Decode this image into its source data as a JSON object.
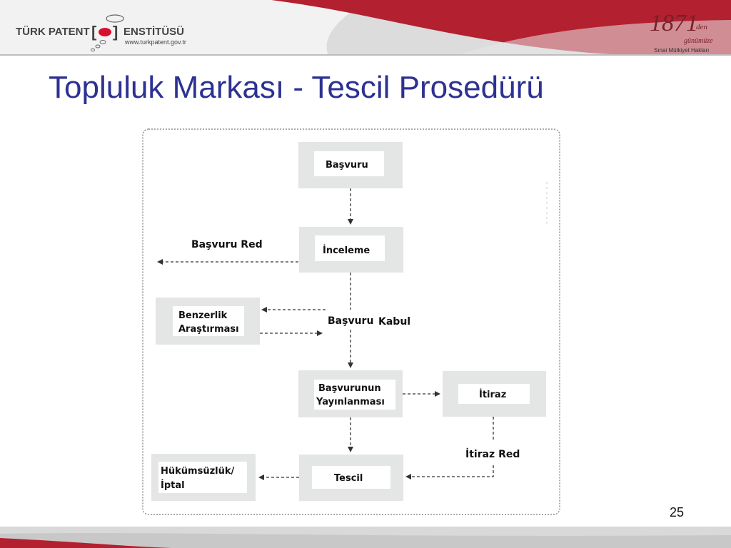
{
  "header": {
    "logo_left_text": "TÜRK PATENT",
    "logo_right_text": "ENSTİTÜSÜ",
    "logo_url": "www.turkpatent.gov.tr",
    "badge_year": "1871",
    "badge_suffix": "den",
    "badge_sub": "günümüze",
    "badge_caption": "Sınai Mülkiyet Hakları"
  },
  "slide": {
    "title": "Topluluk Markası - Tescil Prosedürü",
    "page_number": "25"
  },
  "diagram": {
    "nodes": {
      "basvuru": "Başvuru",
      "inceleme": "İnceleme",
      "benzerlik_1": "Benzerlik",
      "benzerlik_2": "Araştırması",
      "yayin_1": "Başvurunun",
      "yayin_2": "Yayınlanması",
      "itiraz": "İtiraz",
      "tescil": "Tescil",
      "hukumsuzluk_1": "Hükümsüzlük/",
      "hukumsuzluk_2": "İptal"
    },
    "edges": {
      "basvuru_red": "Başvuru Red",
      "basvuru_kabul_1": "Başvuru",
      "basvuru_kabul_2": "Kabul",
      "itiraz_red": "İtiraz Red"
    }
  },
  "colors": {
    "title": "#2d3192",
    "brand_red": "#c8102e",
    "box_fill": "#e4e5e5",
    "box_inner": "#ffffff"
  }
}
